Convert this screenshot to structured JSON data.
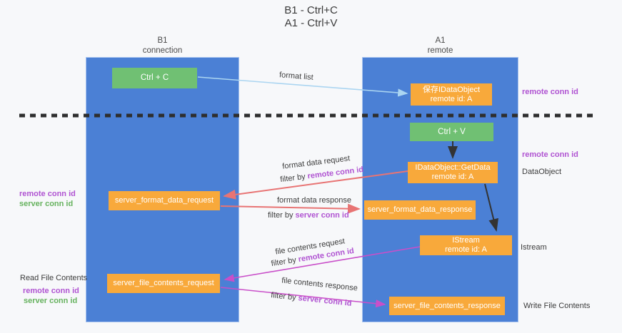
{
  "title": {
    "line1": "B1 - Ctrl+C",
    "line2": "A1 - Ctrl+V"
  },
  "lanes": {
    "left": {
      "title": "B1",
      "subtitle": "connection"
    },
    "right": {
      "title": "A1",
      "subtitle": "remote"
    }
  },
  "nodes": {
    "ctrl_c": {
      "label": "Ctrl + C"
    },
    "ctrl_v": {
      "label": "Ctrl + V"
    },
    "save_idataobject": {
      "line1": "保存IDataObject",
      "line2": "remote id: A"
    },
    "getdata": {
      "line1": "IDataObject::GetData",
      "line2": "remote id: A"
    },
    "istream": {
      "line1": "IStream",
      "line2": "remote id: A"
    },
    "server_format_data_request": {
      "label": "server_format_data_request"
    },
    "server_format_data_response": {
      "label": "server_format_data_response"
    },
    "server_file_contents_request": {
      "label": "server_file_contents_request"
    },
    "server_file_contents_response": {
      "label": "server_file_contents_response"
    }
  },
  "edge_labels": {
    "format_list": "format list",
    "format_data_request": "format data request",
    "format_data_response": "format data response",
    "file_contents_request": "file contents request",
    "file_contents_response": "file contents response",
    "filter_by": "filter by ",
    "remote_conn_id": "remote conn id",
    "server_conn_id": "server conn id"
  },
  "side_labels": {
    "left_top_remote": "remote conn id",
    "left_top_server": "server conn id",
    "read_file_contents": "Read File Contents",
    "left_bottom_remote": "remote conn id",
    "left_bottom_server": "server conn id",
    "right_remote_1": "remote conn id",
    "right_remote_2": "remote conn id",
    "dataobject": "DataObject",
    "istream": "Istream",
    "write_file_contents": "Write File Contents"
  },
  "colors": {
    "background": "#f7f8fa",
    "lane_blue": "#4b80d5",
    "node_green": "#70c073",
    "node_orange": "#f8a93b",
    "arrow_red": "#e87474",
    "arrow_magenta": "#c94fc9",
    "arrow_lightblue": "#abd5f1",
    "arrow_black": "#333333",
    "dashed_black": "#2e2e2e",
    "label_purple": "#b054d2",
    "label_green": "#66b25e"
  }
}
